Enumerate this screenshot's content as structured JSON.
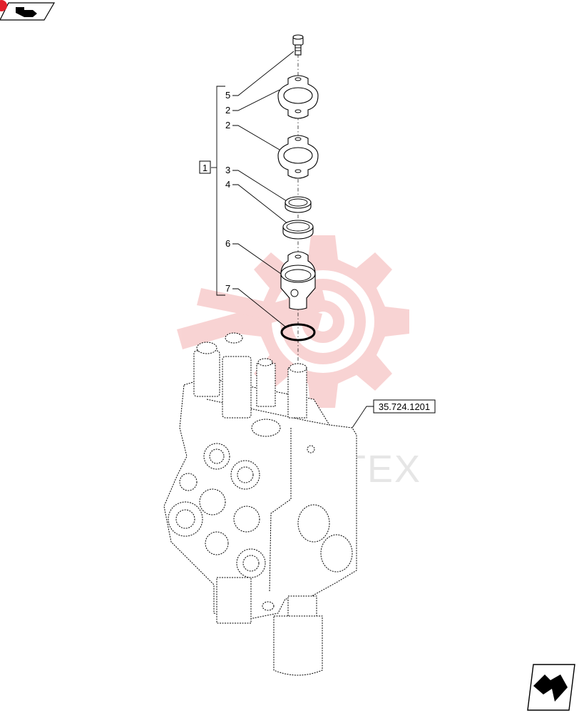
{
  "colors": {
    "watermark_red": "#f7c6c6",
    "line": "#000000"
  },
  "icons": {
    "nav_top": "arrow-book-icon",
    "nav_bottom": "next-page-arrow-icon"
  },
  "watermark": {
    "text": "UHTEX"
  },
  "assembly_ref": "1",
  "cross_reference": "35.724.1201",
  "callouts": [
    {
      "number": "5",
      "part": "screw"
    },
    {
      "number": "2",
      "part": "flange-upper"
    },
    {
      "number": "2",
      "part": "flange-lower"
    },
    {
      "number": "3",
      "part": "ring-small"
    },
    {
      "number": "4",
      "part": "ring-large"
    },
    {
      "number": "6",
      "part": "cap-housing"
    },
    {
      "number": "7",
      "part": "o-ring"
    }
  ]
}
